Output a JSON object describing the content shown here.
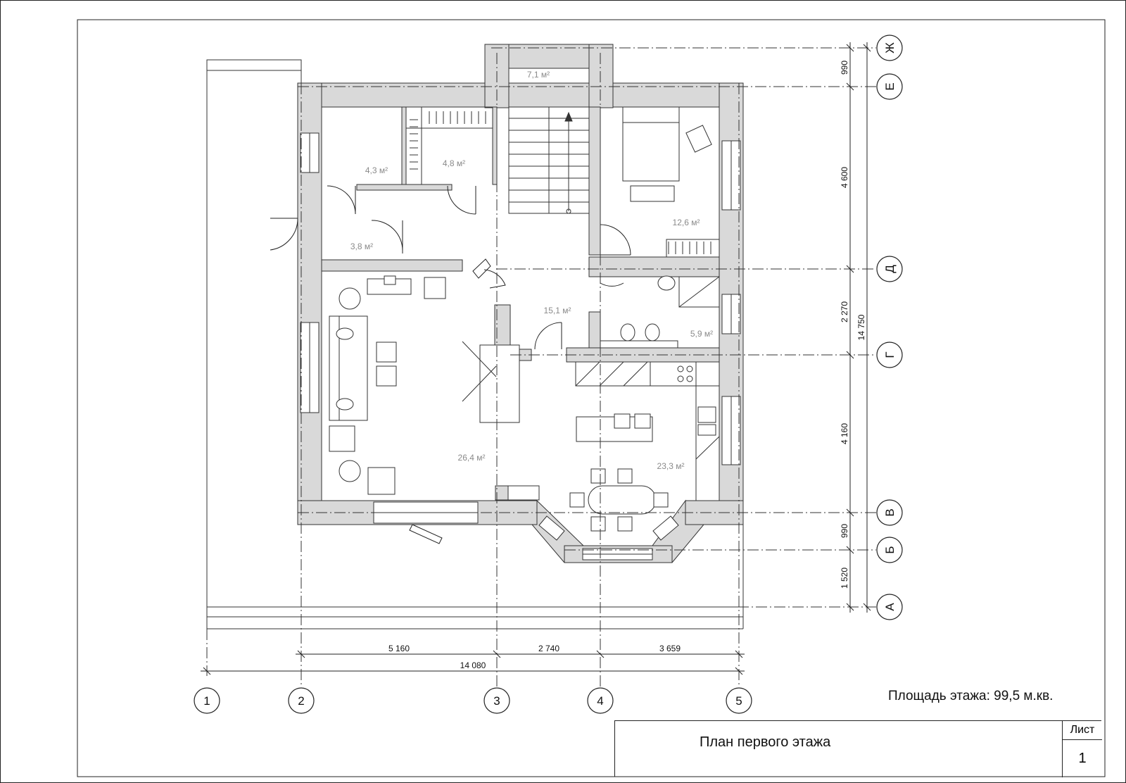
{
  "rooms": [
    {
      "id": "pantry",
      "area": "4,3 м²"
    },
    {
      "id": "wardrobe",
      "area": "4,8 м²"
    },
    {
      "id": "stair",
      "area": "7,1 м²"
    },
    {
      "id": "bedroom",
      "area": "12,6 м²"
    },
    {
      "id": "vestibule",
      "area": "3,8 м²"
    },
    {
      "id": "hall",
      "area": "15,1 м²"
    },
    {
      "id": "bathroom",
      "area": "5,9 м²"
    },
    {
      "id": "living",
      "area": "26,4 м²"
    },
    {
      "id": "kitchen",
      "area": "23,3 м²"
    }
  ],
  "dimensions": {
    "horizontal": [
      "5 160",
      "2 740",
      "3 659"
    ],
    "horizontal_total": "14 080",
    "vertical": [
      "990",
      "4 600",
      "2 270",
      "4 160",
      "990",
      "1 520"
    ],
    "vertical_total": "14 750"
  },
  "axes": {
    "columns": [
      "1",
      "2",
      "3",
      "4",
      "5"
    ],
    "rows": [
      "Ж",
      "Е",
      "Д",
      "Г",
      "В",
      "Б",
      "А"
    ]
  },
  "floor_area": "Площадь этажа: 99,5 м.кв.",
  "title_block": {
    "drawing_title": "План первого этажа",
    "sheet_label": "Лист",
    "sheet_number": "1"
  }
}
